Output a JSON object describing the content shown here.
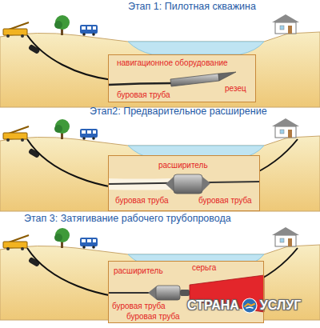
{
  "diagram": {
    "nodes": [
      {
        "text": [
          "навигационное оборудование",
          "буровая труба",
          "резец"
        ]
      },
      {
        "text": [
          "расширитель",
          "буровая труба",
          "буровая труба"
        ]
      },
      {
        "text": [
          "расширитель",
          "серьга",
          "буровая труба",
          "буровая труба"
        ]
      }
    ],
    "labels": [
      "Этап 1: Пилотная скважина",
      "Этап2: Предварительное расширение",
      "Этап 3: Затягивание рабочего трубопровода",
      "СТРАНА",
      "УСЛУГ"
    ]
  }
}
